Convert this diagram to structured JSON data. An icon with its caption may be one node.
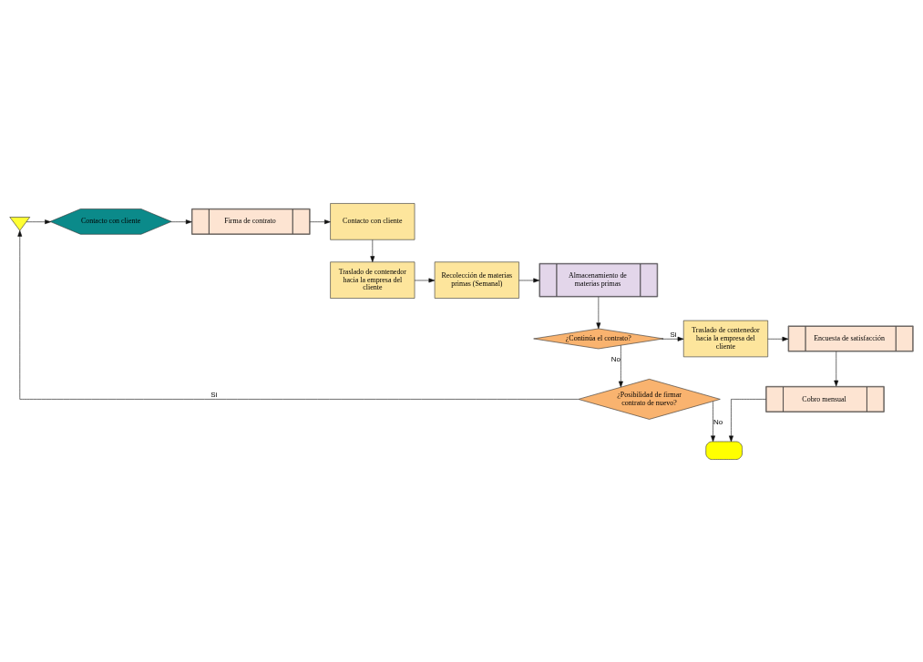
{
  "diagram": {
    "nodes": [
      {
        "text": [],
        "shape": "triangle"
      },
      {
        "text": [
          "Contacto con cliente"
        ]
      },
      {
        "text": [
          "Firma de contrato"
        ]
      },
      {
        "text": [
          "Contacto con cliente"
        ]
      },
      {
        "text": [
          "Traslado de contenedor hacia la empresa del cliente"
        ]
      },
      {
        "text": [
          "Recolección de materias primas (Semanal)"
        ]
      },
      {
        "text": [
          "Almacenamiento de materias primas"
        ]
      },
      {
        "text": [
          "¿Continúa el contrato?"
        ]
      },
      {
        "text": [
          "Traslado de contenedor hacia la empresa del cliente"
        ]
      },
      {
        "text": [
          "Encuesta de satisfacción"
        ]
      },
      {
        "text": [
          "Cobro mensual"
        ]
      },
      {
        "text": [
          "¿Posibilidad de firmar contrato de nuevo?"
        ]
      },
      {
        "text": [],
        "shape": "oval"
      }
    ],
    "edges": [
      {
        "from": 0,
        "to": 1,
        "arrow": "to"
      },
      {
        "from": 1,
        "to": 2,
        "arrow": "to"
      },
      {
        "from": 2,
        "to": 3,
        "arrow": "to"
      },
      {
        "from": 3,
        "to": 4,
        "arrow": "to"
      },
      {
        "from": 4,
        "to": 5,
        "arrow": "to"
      },
      {
        "from": 5,
        "to": 6,
        "arrow": "to"
      },
      {
        "from": 6,
        "to": 7,
        "arrow": "to"
      },
      {
        "from": 7,
        "to": 8,
        "arrow": "to",
        "label": "Si"
      },
      {
        "from": 8,
        "to": 9,
        "arrow": "to"
      },
      {
        "from": 9,
        "to": 10,
        "arrow": "to"
      },
      {
        "from": 10,
        "to": 12,
        "arrow": "to"
      },
      {
        "from": 7,
        "to": 11,
        "arrow": "to",
        "label": "No"
      },
      {
        "from": 11,
        "to": 0,
        "arrow": "to",
        "label": "Si"
      },
      {
        "from": 11,
        "to": 12,
        "arrow": "to",
        "label": "No"
      }
    ]
  }
}
